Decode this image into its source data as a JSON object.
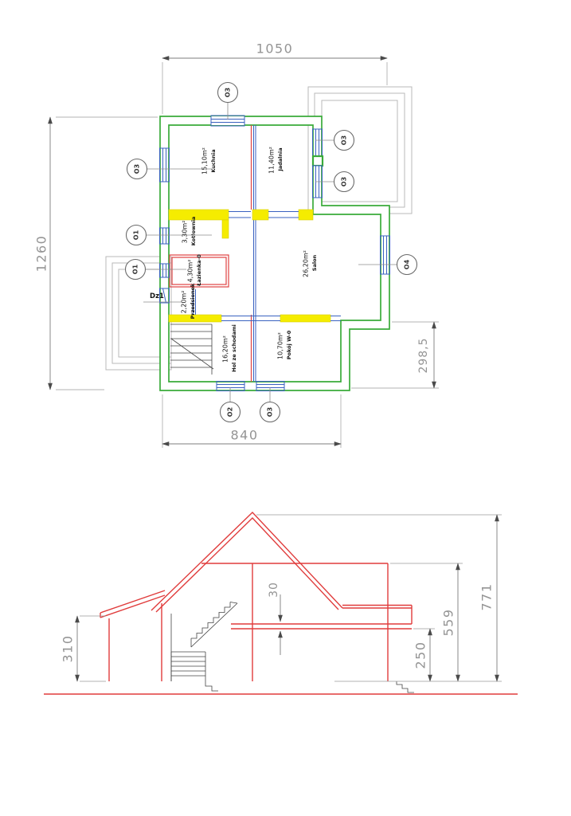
{
  "drawing": {
    "plan": {
      "dims": {
        "width_top": "1050",
        "height_left": "1260",
        "width_bottom": "840",
        "height_right": "298,5"
      },
      "rooms": [
        {
          "name": "Kuchnia",
          "area": "15,10m²"
        },
        {
          "name": "Jadalnia",
          "area": "11,40m²"
        },
        {
          "name": "Kotłownia",
          "area": "3,30m²"
        },
        {
          "name": "Łazienka-0",
          "area": "4,30m²"
        },
        {
          "name": "Przedsionek",
          "area": "2,20m²"
        },
        {
          "name": "Salon",
          "area": "26,20m²"
        },
        {
          "name": "Hol ze schodami",
          "area": "16,20m²"
        },
        {
          "name": "Pokój W-0",
          "area": "10,70m²"
        }
      ],
      "tags": {
        "top": "O3",
        "left_upper": "O3",
        "left_middle": "O1",
        "left_lower": "O1",
        "right_upper": "O3",
        "right_lower": "O3",
        "salon_window": "O4",
        "bottom_left": "O2",
        "bottom_right": "O3",
        "entrance_door": "Dz1"
      }
    },
    "section": {
      "dims": {
        "porch_height": "310",
        "slab_thickness": "30",
        "floor_height": "250",
        "wallplate_height": "559",
        "ridge_height": "771"
      }
    },
    "colors": {
      "wall_green": "#3aab3a",
      "window_blue": "#3a62c0",
      "partition_yellow": "#f5ec00",
      "partition_red": "#e04242",
      "terrace_gray": "#b9b9b9",
      "section_red": "#e03c3c"
    }
  }
}
